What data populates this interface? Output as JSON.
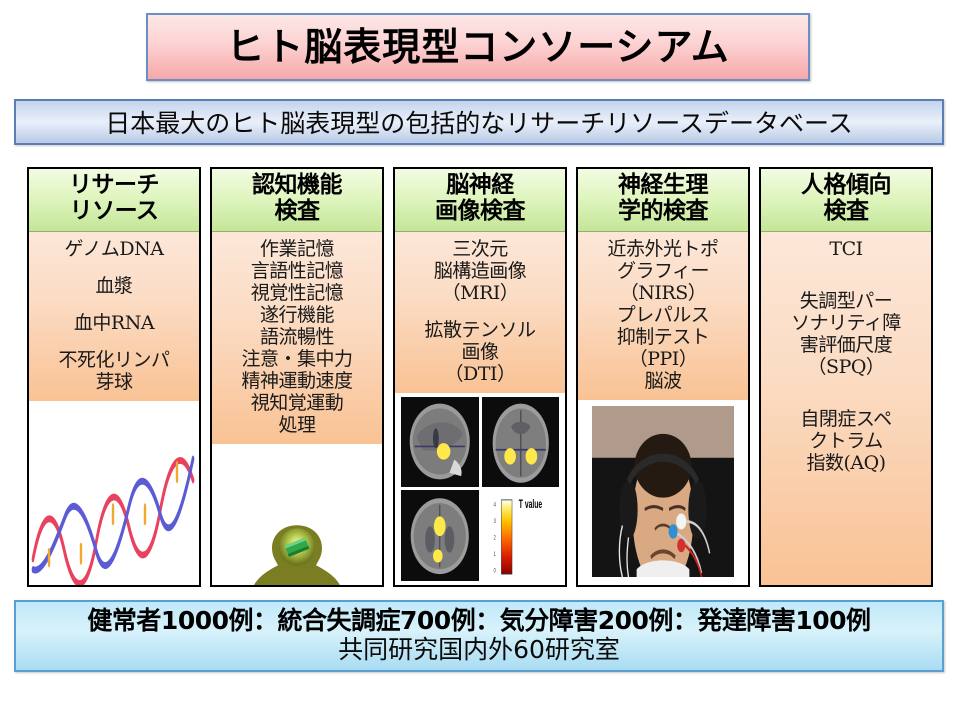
{
  "title": {
    "text": "ヒト脳表現型コンソーシアム"
  },
  "subtitle": {
    "text": "日本最大のヒト脳表現型の包括的なリサーチリソースデータベース"
  },
  "columns": [
    {
      "header": "リサーチ\nリソース",
      "items": [
        "ゲノムDNA",
        "",
        "血漿",
        "",
        "血中RNA",
        "",
        "不死化リンパ",
        "芽球"
      ],
      "media": "dna-helix-illustration"
    },
    {
      "header": "認知機能\n検査",
      "items": [
        "作業記憶",
        "言語性記憶",
        "視覚性記憶",
        "遂行機能",
        "語流暢性",
        "注意・集中力",
        "精神運動速度",
        "視知覚運動",
        "処理"
      ],
      "media": "head-silhouette-illustration"
    },
    {
      "header": "脳神経\n画像検査",
      "items": [
        "三次元",
        "脳構造画像",
        "（MRI）",
        "",
        "拡散テンソル",
        "画像",
        "（DTI）"
      ],
      "media": "mri-brain-images",
      "media_label": "T value"
    },
    {
      "header": "神経生理\n学的検査",
      "items": [
        "近赤外光トポ",
        "グラフィー",
        "（NIRS）",
        "プレパルス",
        "抑制テスト",
        "（PPI）",
        "脳波"
      ],
      "media": "eeg-subject-photo"
    },
    {
      "header": "人格傾向\n検査",
      "items": [
        "TCI",
        "",
        "失調型パー",
        "ソナリティ障",
        "害評価尺度",
        "（SPQ）",
        "",
        "自閉症スペ",
        "クトラム",
        "指数(AQ)"
      ],
      "media": "none"
    }
  ],
  "footer": {
    "line1": "健常者1000例：統合失調症700例：気分障害200例：発達障害100例",
    "line2": "共同研究国内外60研究室"
  },
  "colors": {
    "title_bg_light": "#fde8e8",
    "title_bg_dark": "#f7a8a8",
    "title_border": "#6b8fc4",
    "subtitle_bg": "#c4d3ec",
    "subtitle_border": "#5b7fb4",
    "column_header_green_light": "#f2fce4",
    "column_header_green_dark": "#c3e697",
    "column_body_peach_light": "#fce7d8",
    "column_body_peach_dark": "#f9c294",
    "footer_bg": "#bfe9f7",
    "footer_border": "#5b9fd0",
    "column_border": "#000000"
  }
}
